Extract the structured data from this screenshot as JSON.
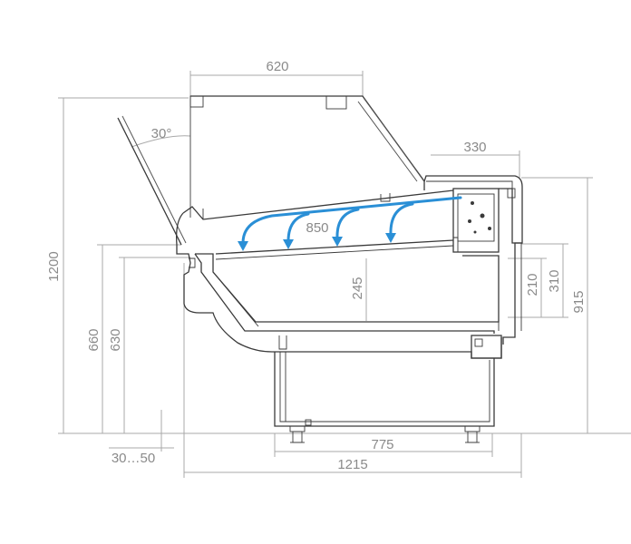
{
  "dimensions": {
    "top_width": "620",
    "tilt_angle": "30°",
    "rear_width": "330",
    "shelf_depth": "850",
    "shelf_height": "245",
    "right_210": "210",
    "right_310": "310",
    "right_915": "915",
    "total_height": "1200",
    "left_660": "660",
    "left_630": "630",
    "bottom_range": "30…50",
    "base_width": "775",
    "total_width": "1215"
  },
  "colors": {
    "airflow": "#2a8fd6",
    "dimension_lines": "#a9a9a9",
    "outline": "#3a3a3a"
  }
}
